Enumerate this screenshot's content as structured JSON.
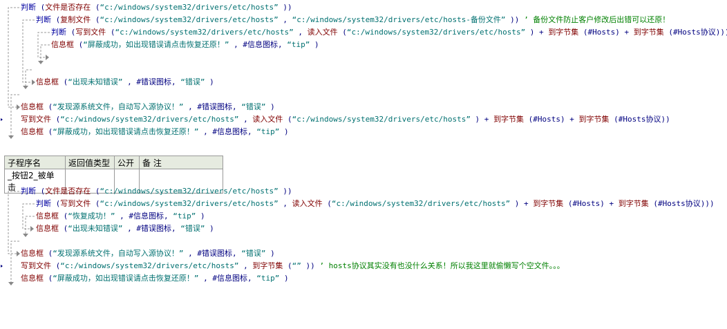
{
  "colors": {
    "keyword": "#0000a0",
    "function": "#800000",
    "string": "#007070",
    "constant": "#000080",
    "comment": "#008000",
    "flowline": "#999999"
  },
  "code_block_1": {
    "lines": [
      {
        "indent": 0,
        "tokens": [
          {
            "c": "kw",
            "t": "判断"
          },
          {
            "c": "op",
            "t": " ("
          },
          {
            "c": "fn",
            "t": "文件是否存在"
          },
          {
            "c": "op",
            "t": " ("
          },
          {
            "c": "str",
            "t": "“c:/windows/system32/drivers/etc/hosts”"
          },
          {
            "c": "op",
            "t": " ))"
          }
        ]
      },
      {
        "indent": 1,
        "tokens": [
          {
            "c": "kw",
            "t": "判断"
          },
          {
            "c": "op",
            "t": " ("
          },
          {
            "c": "fn",
            "t": "复制文件"
          },
          {
            "c": "op",
            "t": " ("
          },
          {
            "c": "str",
            "t": "“c:/windows/system32/drivers/etc/hosts”"
          },
          {
            "c": "op",
            "t": " , "
          },
          {
            "c": "str",
            "t": "“c:/windows/system32/drivers/etc/hosts-备份文件”"
          },
          {
            "c": "op",
            "t": " )) "
          },
          {
            "c": "comment",
            "t": "’ 备份文件防止客户修改后出错可以还原！"
          }
        ]
      },
      {
        "indent": 2,
        "tokens": [
          {
            "c": "kw",
            "t": "判断"
          },
          {
            "c": "op",
            "t": " ("
          },
          {
            "c": "fn",
            "t": "写到文件"
          },
          {
            "c": "op",
            "t": " ("
          },
          {
            "c": "str",
            "t": "“c:/windows/system32/drivers/etc/hosts”"
          },
          {
            "c": "op",
            "t": " , "
          },
          {
            "c": "fn",
            "t": "读入文件"
          },
          {
            "c": "op",
            "t": " ("
          },
          {
            "c": "str",
            "t": "“c:/windows/system32/drivers/etc/hosts”"
          },
          {
            "c": "op",
            "t": " ) + "
          },
          {
            "c": "fn",
            "t": "到字节集"
          },
          {
            "c": "op",
            "t": " (#Hosts) + "
          },
          {
            "c": "fn",
            "t": "到字节集"
          },
          {
            "c": "op",
            "t": " (#Hosts协议)))"
          }
        ]
      },
      {
        "indent": 2,
        "tokens": [
          {
            "c": "fn",
            "t": "信息框"
          },
          {
            "c": "op",
            "t": " ("
          },
          {
            "c": "str",
            "t": "“屏蔽成功，如出现错误请点击恢复还原！”"
          },
          {
            "c": "op",
            "t": " , "
          },
          {
            "c": "const",
            "t": "#信息图标"
          },
          {
            "c": "op",
            "t": ", "
          },
          {
            "c": "str",
            "t": "“tip”"
          },
          {
            "c": "op",
            "t": " )"
          }
        ]
      },
      {
        "indent": 2,
        "tokens": []
      },
      {
        "indent": 1,
        "tokens": []
      },
      {
        "indent": 1,
        "tokens": [
          {
            "c": "fn",
            "t": "信息框"
          },
          {
            "c": "op",
            "t": " ("
          },
          {
            "c": "str",
            "t": "“出现未知错误”"
          },
          {
            "c": "op",
            "t": " , "
          },
          {
            "c": "const",
            "t": "#错误图标"
          },
          {
            "c": "op",
            "t": ", "
          },
          {
            "c": "str",
            "t": "“错误”"
          },
          {
            "c": "op",
            "t": " )"
          }
        ]
      },
      {
        "indent": 0,
        "tokens": []
      },
      {
        "indent": 0,
        "tokens": [
          {
            "c": "fn",
            "t": "信息框"
          },
          {
            "c": "op",
            "t": " ("
          },
          {
            "c": "str",
            "t": "“发现源系统文件，自动写入源协议！”"
          },
          {
            "c": "op",
            "t": " , "
          },
          {
            "c": "const",
            "t": "#错误图标"
          },
          {
            "c": "op",
            "t": ", "
          },
          {
            "c": "str",
            "t": "“错误”"
          },
          {
            "c": "op",
            "t": " )"
          }
        ]
      },
      {
        "indent": 0,
        "tokens": [
          {
            "c": "fn",
            "t": "写到文件"
          },
          {
            "c": "op",
            "t": " ("
          },
          {
            "c": "str",
            "t": "“c:/windows/system32/drivers/etc/hosts”"
          },
          {
            "c": "op",
            "t": " , "
          },
          {
            "c": "fn",
            "t": "读入文件"
          },
          {
            "c": "op",
            "t": " ("
          },
          {
            "c": "str",
            "t": "“c:/windows/system32/drivers/etc/hosts”"
          },
          {
            "c": "op",
            "t": " ) + "
          },
          {
            "c": "fn",
            "t": "到字节集"
          },
          {
            "c": "op",
            "t": " (#Hosts) + "
          },
          {
            "c": "fn",
            "t": "到字节集"
          },
          {
            "c": "op",
            "t": " (#Hosts协议))"
          }
        ]
      },
      {
        "indent": 0,
        "tokens": [
          {
            "c": "fn",
            "t": "信息框"
          },
          {
            "c": "op",
            "t": " ("
          },
          {
            "c": "str",
            "t": "“屏蔽成功，如出现错误请点击恢复还原！”"
          },
          {
            "c": "op",
            "t": " , "
          },
          {
            "c": "const",
            "t": "#信息图标"
          },
          {
            "c": "op",
            "t": ", "
          },
          {
            "c": "str",
            "t": "“tip”"
          },
          {
            "c": "op",
            "t": " )"
          }
        ]
      }
    ]
  },
  "subroutine_table": {
    "headers": [
      "子程序名",
      "返回值类型",
      "公开",
      "备 注"
    ],
    "row": [
      "_按钮2_被单击",
      "",
      "",
      ""
    ]
  },
  "code_block_2": {
    "lines": [
      {
        "indent": 0,
        "tokens": [
          {
            "c": "kw",
            "t": "判断"
          },
          {
            "c": "op",
            "t": " ("
          },
          {
            "c": "fn",
            "t": "文件是否存在"
          },
          {
            "c": "op",
            "t": " ("
          },
          {
            "c": "str",
            "t": "“c:/windows/system32/drivers/etc/hosts”"
          },
          {
            "c": "op",
            "t": " ))"
          }
        ]
      },
      {
        "indent": 1,
        "tokens": [
          {
            "c": "kw",
            "t": "判断"
          },
          {
            "c": "op",
            "t": " ("
          },
          {
            "c": "fn",
            "t": "写到文件"
          },
          {
            "c": "op",
            "t": " ("
          },
          {
            "c": "str",
            "t": "“c:/windows/system32/drivers/etc/hosts”"
          },
          {
            "c": "op",
            "t": " , "
          },
          {
            "c": "fn",
            "t": "读入文件"
          },
          {
            "c": "op",
            "t": " ("
          },
          {
            "c": "str",
            "t": "“c:/windows/system32/drivers/etc/hosts”"
          },
          {
            "c": "op",
            "t": " ) + "
          },
          {
            "c": "fn",
            "t": "到字节集"
          },
          {
            "c": "op",
            "t": " (#Hosts) + "
          },
          {
            "c": "fn",
            "t": "到字节集"
          },
          {
            "c": "op",
            "t": " (#Hosts协议)))"
          }
        ]
      },
      {
        "indent": 1,
        "tokens": [
          {
            "c": "fn",
            "t": "信息框"
          },
          {
            "c": "op",
            "t": " ("
          },
          {
            "c": "str",
            "t": "“恢复成功！”"
          },
          {
            "c": "op",
            "t": " , "
          },
          {
            "c": "const",
            "t": "#信息图标"
          },
          {
            "c": "op",
            "t": ", "
          },
          {
            "c": "str",
            "t": "“tip”"
          },
          {
            "c": "op",
            "t": " )"
          }
        ]
      },
      {
        "indent": 1,
        "tokens": [
          {
            "c": "fn",
            "t": "信息框"
          },
          {
            "c": "op",
            "t": " ("
          },
          {
            "c": "str",
            "t": "“出现未知错误”"
          },
          {
            "c": "op",
            "t": " , "
          },
          {
            "c": "const",
            "t": "#错误图标"
          },
          {
            "c": "op",
            "t": ", "
          },
          {
            "c": "str",
            "t": "“错误”"
          },
          {
            "c": "op",
            "t": " )"
          }
        ]
      },
      {
        "indent": 0,
        "tokens": []
      },
      {
        "indent": 0,
        "tokens": [
          {
            "c": "fn",
            "t": "信息框"
          },
          {
            "c": "op",
            "t": " ("
          },
          {
            "c": "str",
            "t": "“发现源系统文件，自动写入源协议！”"
          },
          {
            "c": "op",
            "t": " , "
          },
          {
            "c": "const",
            "t": "#错误图标"
          },
          {
            "c": "op",
            "t": ", "
          },
          {
            "c": "str",
            "t": "“错误”"
          },
          {
            "c": "op",
            "t": " )"
          }
        ]
      },
      {
        "indent": 0,
        "tokens": [
          {
            "c": "fn",
            "t": "写到文件"
          },
          {
            "c": "op",
            "t": " ("
          },
          {
            "c": "str",
            "t": "“c:/windows/system32/drivers/etc/hosts”"
          },
          {
            "c": "op",
            "t": " , "
          },
          {
            "c": "fn",
            "t": "到字节集"
          },
          {
            "c": "op",
            "t": " ("
          },
          {
            "c": "str",
            "t": "“”"
          },
          {
            "c": "op",
            "t": " )) "
          },
          {
            "c": "comment",
            "t": "’ hosts协议其实没有也没什么关系！所以我这里就偷懒写个空文件。。。"
          }
        ]
      },
      {
        "indent": 0,
        "tokens": [
          {
            "c": "fn",
            "t": "信息框"
          },
          {
            "c": "op",
            "t": " ("
          },
          {
            "c": "str",
            "t": "“屏蔽成功，如出现错误请点击恢复还原！”"
          },
          {
            "c": "op",
            "t": " , "
          },
          {
            "c": "const",
            "t": "#信息图标"
          },
          {
            "c": "op",
            "t": ", "
          },
          {
            "c": "str",
            "t": "“tip”"
          },
          {
            "c": "op",
            "t": " )"
          }
        ]
      }
    ]
  }
}
